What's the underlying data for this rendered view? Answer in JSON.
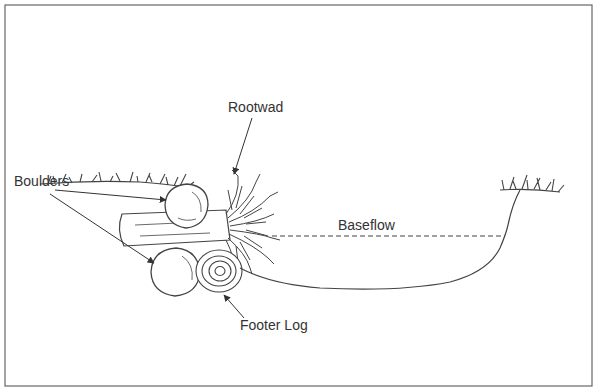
{
  "diagram": {
    "labels": [
      "Rootwad",
      "Boulders",
      "Baseflow",
      "Footer Log"
    ]
  }
}
